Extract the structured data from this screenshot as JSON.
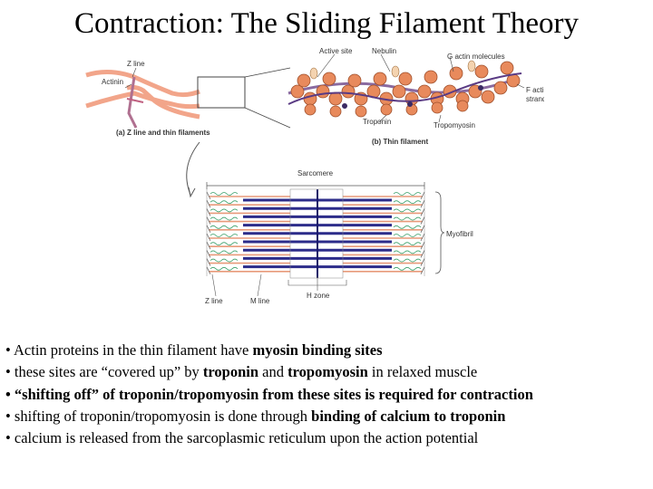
{
  "title": "Contraction: The Sliding Filament Theory",
  "figure": {
    "labels": {
      "z_line_top": "Z line",
      "actinin": "Actinin",
      "panel_a": "(a) Z line and thin filaments",
      "active_site": "Active site",
      "nebulin": "Nebulin",
      "g_actin": "G actin molecules",
      "f_actin": "F actin",
      "f_actin_2": "strand",
      "troponin": "Troponin",
      "tropomyosin": "Tropomyosin",
      "panel_b": "(b) Thin filament",
      "sarcomere": "Sarcomere",
      "myofibril": "Myofibril",
      "z_line_bottom": "Z line",
      "m_line": "M line",
      "h_zone": "H zone"
    }
  },
  "bullets": [
    {
      "pre": "• Actin proteins in the thin filament have ",
      "bold": "myosin binding sites",
      "post": ""
    },
    {
      "pre": "• these sites are “covered up” by ",
      "bold": "troponin",
      "mid": " and ",
      "bold2": "tropomyosin",
      "post": " in relaxed muscle"
    },
    {
      "pre": "",
      "bold": "• “shifting off” of troponin/tropomyosin from these sites is required for contraction",
      "post": ""
    },
    {
      "pre": "• shifting of troponin/tropomyosin is done through ",
      "bold": "binding of calcium to troponin",
      "post": ""
    },
    {
      "pre": "• calcium is released from the sarcoplasmic reticulum upon the action potential",
      "bold": "",
      "post": ""
    }
  ]
}
